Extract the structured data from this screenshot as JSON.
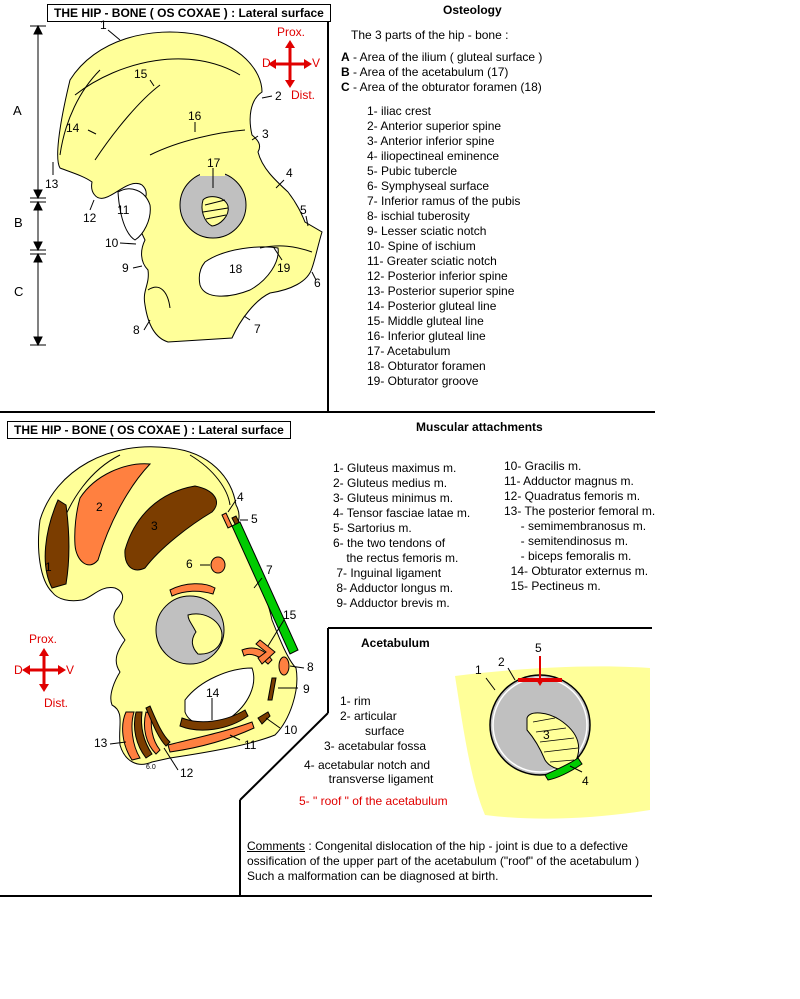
{
  "osteology": {
    "title": "THE HIP - BONE  ( OS COXAE )  :  Lateral surface",
    "heading": "Osteology",
    "intro": "The 3 parts of the hip - bone :",
    "parts": [
      {
        "letter": "A",
        "text": " -  Area of the ilium  ( gluteal surface )"
      },
      {
        "letter": "B",
        "text": " -  Area of the acetabulum  (17)"
      },
      {
        "letter": "C",
        "text": " -  Area of the obturator foramen  (18)"
      }
    ],
    "items": [
      "1- iliac crest",
      "2- Anterior superior spine",
      "3- Anterior inferior  spine",
      "4- iliopectineal eminence",
      "5- Pubic tubercle",
      "6- Symphyseal surface",
      "7- Inferior ramus of the pubis",
      "8- ischial tuberosity",
      "9- Lesser sciatic notch",
      "10- Spine of ischium",
      "11- Greater sciatic notch",
      "12- Posterior inferior spine",
      "13- Posterior superior spine",
      "14- Posterior gluteal line",
      "15- Middle gluteal line",
      "16- Inferior gluteal line",
      "17- Acetabulum",
      "18- Obturator foramen",
      "19- Obturator groove"
    ],
    "dim_labels": [
      "A",
      "B",
      "C"
    ],
    "orientation": {
      "prox": "Prox.",
      "d": "D",
      "v": "V",
      "dist": "Dist."
    },
    "callouts": [
      "1",
      "2",
      "3",
      "4",
      "5",
      "6",
      "7",
      "8",
      "9",
      "10",
      "11",
      "12",
      "13",
      "14",
      "15",
      "16",
      "17",
      "18",
      "19"
    ]
  },
  "muscular": {
    "title": "THE HIP - BONE  ( OS COXAE )  :  Lateral surface",
    "heading": "Muscular attachments",
    "col1": [
      "1- Gluteus maximus m.",
      "2- Gluteus medius m.",
      "3- Gluteus minimus m.",
      "4- Tensor fasciae latae m.",
      "5- Sartorius m.",
      "6- the two tendons of",
      "    the rectus femoris m.",
      " 7- Inguinal ligament",
      " 8- Adductor longus m.",
      " 9- Adductor brevis m."
    ],
    "col2": [
      "10- Gracilis m.",
      "11- Adductor magnus m.",
      "12- Quadratus femoris m.",
      "13- The posterior femoral m.",
      "     - semimembranosus m.",
      "     - semitendinosus m.",
      "     - biceps femoralis m.",
      "  14- Obturator externus m.",
      "  15- Pectineus m."
    ],
    "orientation": {
      "prox": "Prox.",
      "d": "D",
      "v": "V",
      "dist": "Dist."
    },
    "callouts": [
      "1",
      "2",
      "3",
      "4",
      "5",
      "6",
      "7",
      "8",
      "9",
      "10",
      "11",
      "12",
      "13",
      "14",
      "15"
    ],
    "small_mark": "6.0"
  },
  "acetabulum": {
    "heading": "Acetabulum",
    "items": [
      "1-  rim",
      "2-  articular",
      "      surface",
      "3-  acetabular fossa",
      "4-  acetabular notch  and",
      "     transverse ligament"
    ],
    "roof": "5- \" roof \" of the acetabulum",
    "callouts": [
      "1",
      "2",
      "3",
      "4",
      "5"
    ]
  },
  "comments": {
    "label": "Comments",
    "line1": " : Congenital dislocation of the hip - joint is due to a defective",
    "line2": "ossification of the upper part of the acetabulum (\"roof\" of the acetabulum )",
    "line3": "Such a malformation can be diagnosed at birth."
  },
  "colors": {
    "bone": "#ffff99",
    "gray": "#c0c0c0",
    "brown": "#7b3d00",
    "orange": "#ff8040",
    "green": "#00cc00",
    "red": "#e00000"
  }
}
